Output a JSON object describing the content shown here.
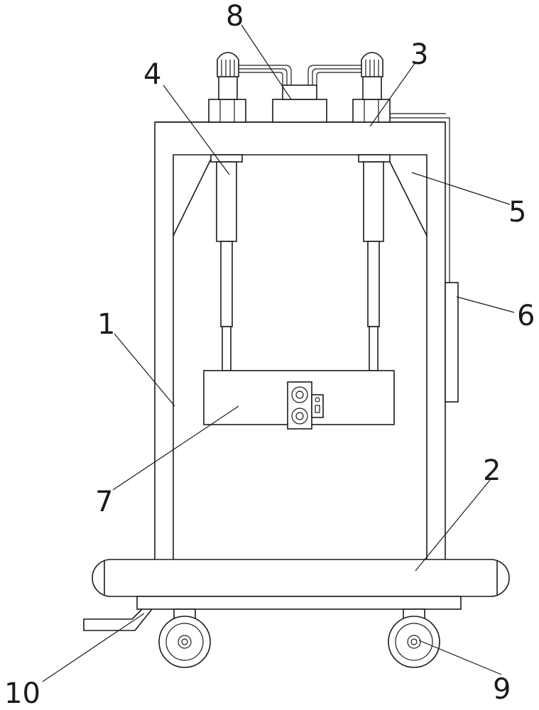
{
  "labels": {
    "l1": "1",
    "l2": "2",
    "l3": "3",
    "l4": "4",
    "l5": "5",
    "l6": "6",
    "l7": "7",
    "l8": "8",
    "l9": "9",
    "l10": "10"
  },
  "colors": {
    "stroke": "#1a1a1a",
    "background": "#ffffff"
  }
}
